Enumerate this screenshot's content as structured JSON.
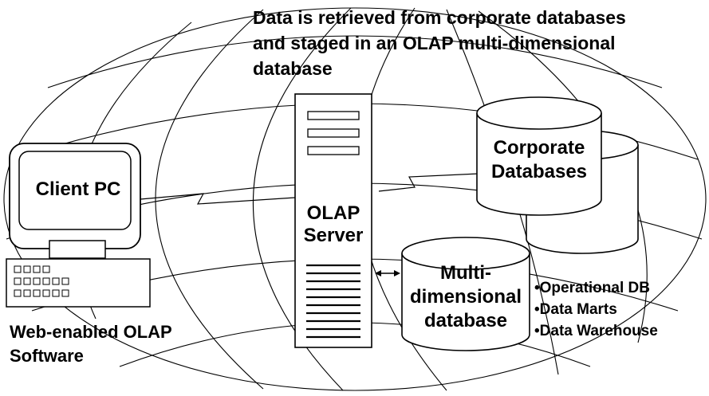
{
  "title_lines": [
    "Data is retrieved from corporate databases",
    "and staged in an OLAP multi-dimensional",
    "database"
  ],
  "client": {
    "label": "Client PC"
  },
  "client_caption": [
    "Web-enabled OLAP",
    "Software"
  ],
  "server": {
    "line1": "OLAP",
    "line2": "Server"
  },
  "corporate_db": {
    "line1": "Corporate",
    "line2": "Databases"
  },
  "multidim_db": {
    "line1": "Multi-",
    "line2": "dimensional",
    "line3": "database"
  },
  "sources": [
    "•Operational DB",
    "•Data Marts",
    "•Data Warehouse"
  ]
}
